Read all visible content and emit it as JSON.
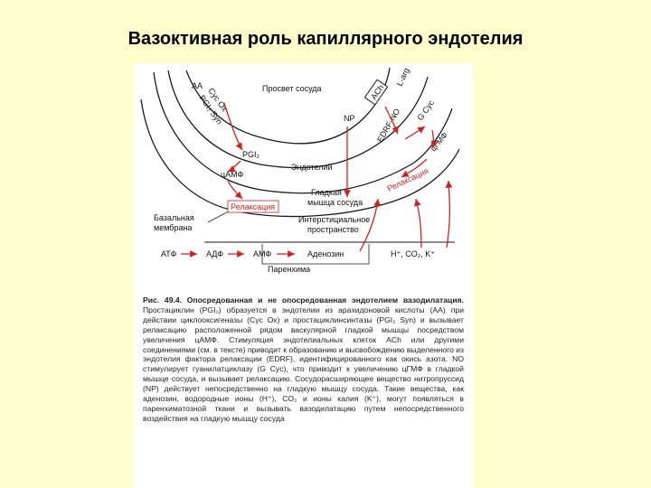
{
  "slide": {
    "title": "Вазоктивная роль капиллярного эндотелия"
  },
  "diagram": {
    "labels": {
      "aa": "AA",
      "cyc_ox": "Cyc Ox",
      "pgi_syn": "PGI₂ Syn",
      "lumen": "Просвет сосуда",
      "ach": "ACh",
      "l_arg": "L-arg",
      "np": "NP",
      "edrf_no": "EDRF-NO",
      "g_cyc": "G Cyc",
      "cgmp": "цГМФ",
      "pgi2": "PGI₂",
      "endothelium": "Эндотелий",
      "camp": "цАМФ",
      "relaxation_right": "Релаксация",
      "smooth_muscle_1": "Гладкая",
      "smooth_muscle_2": "мышца сосуда",
      "relaxation_left": "Релаксация",
      "basal_1": "Базальная",
      "basal_2": "мембрана",
      "interstitial_1": "Интерстициальное",
      "interstitial_2": "пространство",
      "atp": "АТФ",
      "adp": "АДФ",
      "amp": "АМФ",
      "adenosine": "Аденозин",
      "ions": "H⁺, CO₂, K⁺",
      "parenchyma": "Паренхима"
    }
  },
  "caption": {
    "lead": "Рис. 49.4. Опосредованная и не опосредованная эндотелием вазодилатация.",
    "body": "Простациклин (PGI₂) образуется в эндотелии из арахидоновой кислоты (АА) при действии циклооксигеназы (Cyc Ox) и простациклинсинтазы (PGI₂ Syn) и вызывает релаксацию расположенной рядом васкулярной гладкой мышцы посредством увеличения цАМФ. Стимуляция эндотелиальных клеток ACh или другими соединениями (см. в тексте) приводит к образованию и высвобождению выделенного из эндотелия фактора релаксации (EDRF), идентифицированного как окись азота. NO стимулирует гуанилатциклазу (G Cyc), что приводит к увеличению цГМФ в гладкой мышце сосуда, и вызывает релаксацию. Сосудорасширяющее вещество нитропруссид (NP) действует непосредственно на гладкую мышцу сосуда. Такие вещества, как аденозин, водородные ионы (H⁺), CO₂ и ионы калия (K⁺), могут появляться в паренхиматозной ткани и вызывать вазодилатацию путем непосредственного воздействия на гладкую мышцу сосуда"
  },
  "colors": {
    "background": "#ffffcc",
    "arrow_red": "#cc2222",
    "line": "#1a1a1a"
  }
}
